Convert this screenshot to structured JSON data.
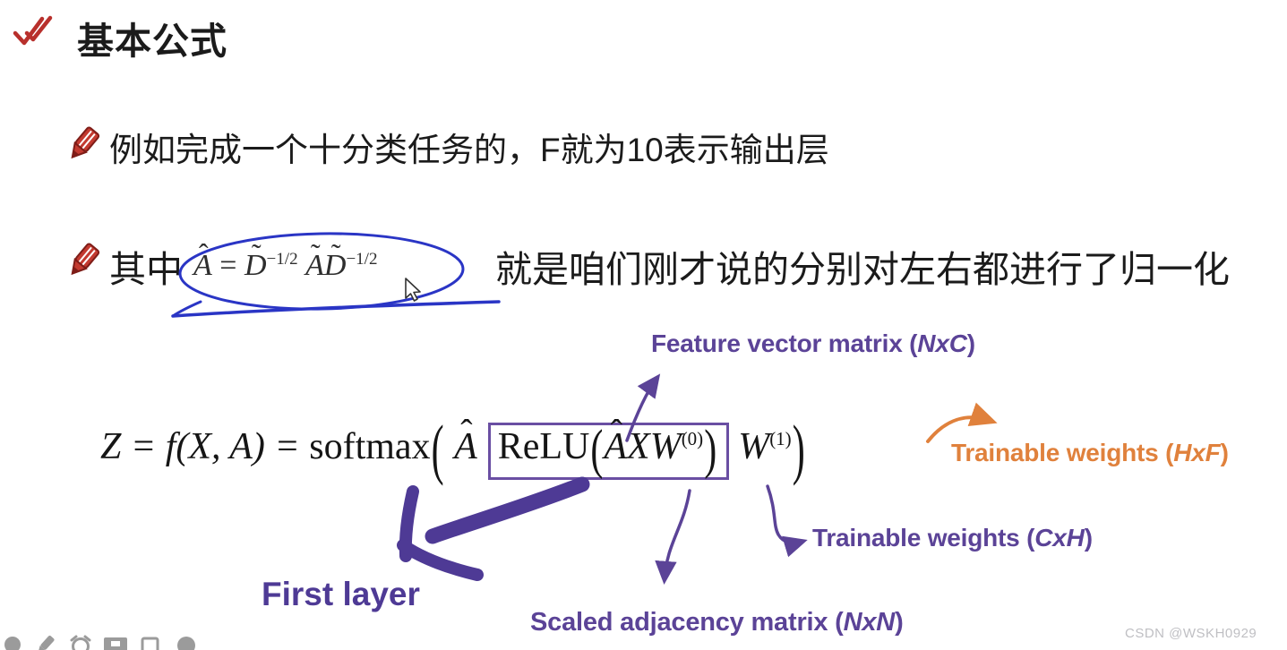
{
  "page": {
    "watermark": "CSDN @WSKH0929",
    "background": "#ffffff"
  },
  "colors": {
    "text": "#1b1b1b",
    "annotation_purple": "#5b4397",
    "ink_purple": "#4e3a95",
    "box_purple": "#6a4fa3",
    "annotation_orange": "#e0813c",
    "ink_blue": "#2a35c5",
    "icon_red": "#b8302c",
    "toolbar_gray": "#9b9b9b",
    "watermark_gray": "#bfbfc3"
  },
  "heading": {
    "text": "基本公式"
  },
  "bullets": [
    {
      "text": "例如完成一个十分类任务的，F就为10表示输出层"
    },
    {
      "pre": "其中",
      "post": "就是咱们刚才说的分别对左右都进行了归一化"
    }
  ],
  "sub_formula": {
    "A": "A",
    "eq": " = ",
    "D": "D",
    "exp": "−1/2",
    "sp": " ",
    "A2": "A",
    "D2": "D",
    "exp2": "−1/2"
  },
  "math": {
    "hat": "ˆ",
    "tilde": "˜"
  },
  "main_formula": {
    "lhs": "Z = f(X, A) = ",
    "softmax": "softmax",
    "open_big": "(",
    "A1": "A",
    "relu": "ReLU",
    "inner_open": "(",
    "A2": "A",
    "X": "X",
    "W1": "W",
    "sup0": "(0)",
    "inner_close": ")",
    "W2": "W",
    "sup1": "(1)",
    "close_big": ")"
  },
  "annotations": {
    "feature": {
      "pre": "Feature vector matrix (",
      "dims": "NxC",
      "post": ")"
    },
    "trainable_hxf": {
      "pre": "Trainable weights (",
      "dims": "HxF",
      "post": ")"
    },
    "trainable_cxh": {
      "pre": "Trainable weights (",
      "dims": "CxH",
      "post": ")"
    },
    "scaled_adj": {
      "pre": "Scaled adjacency matrix (",
      "dims": "NxN",
      "post": ")"
    },
    "first_layer": "First layer"
  },
  "icons": {
    "heading": "double-check-icon",
    "bullet": "pencil-icon",
    "cursor": "mouse-cursor-icon",
    "toolbar": [
      "speech-bubble-icon",
      "pencil-icon",
      "alarm-icon",
      "monitor-icon",
      "square-icon",
      "avatar-icon"
    ]
  }
}
